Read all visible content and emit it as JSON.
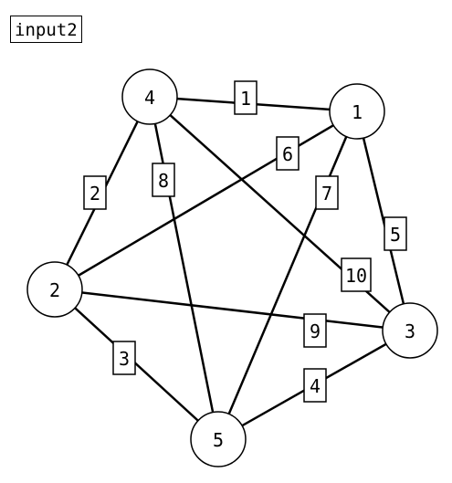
{
  "title": "input2",
  "graph": {
    "nodes": [
      {
        "id": "n4",
        "label": "4"
      },
      {
        "id": "n1",
        "label": "1"
      },
      {
        "id": "n2",
        "label": "2"
      },
      {
        "id": "n3",
        "label": "3"
      },
      {
        "id": "n5",
        "label": "5"
      }
    ],
    "edges": [
      {
        "from": "n4",
        "to": "n1",
        "weight": "1"
      },
      {
        "from": "n4",
        "to": "n2",
        "weight": "2"
      },
      {
        "from": "n2",
        "to": "n5",
        "weight": "3"
      },
      {
        "from": "n3",
        "to": "n5",
        "weight": "4"
      },
      {
        "from": "n1",
        "to": "n3",
        "weight": "5"
      },
      {
        "from": "n1",
        "to": "n2",
        "weight": "6"
      },
      {
        "from": "n1",
        "to": "n5",
        "weight": "7"
      },
      {
        "from": "n4",
        "to": "n5",
        "weight": "8"
      },
      {
        "from": "n2",
        "to": "n3",
        "weight": "9"
      },
      {
        "from": "n4",
        "to": "n3",
        "weight": "10"
      }
    ]
  }
}
